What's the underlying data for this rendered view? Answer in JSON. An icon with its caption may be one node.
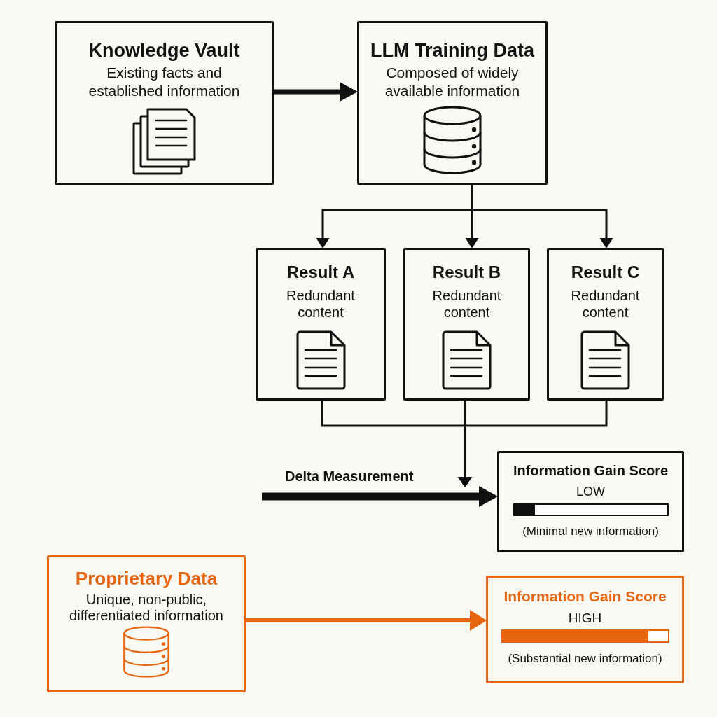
{
  "diagram": {
    "nodes": [
      {
        "text": [
          "Knowledge Vault",
          "Existing facts and established information"
        ]
      },
      {
        "text": [
          "LLM Training Data",
          "Composed of widely available information"
        ]
      },
      {
        "text": [
          "Result A",
          "Redundant content"
        ]
      },
      {
        "text": [
          "Result B",
          "Redundant content"
        ]
      },
      {
        "text": [
          "Result C",
          "Redundant content"
        ]
      },
      {
        "text": [
          "Information Gain Score",
          "LOW",
          "(Minimal new information)"
        ]
      },
      {
        "text": [
          "Proprietary Data",
          "Unique, non-public, differentiated information"
        ]
      },
      {
        "text": [
          "Information Gain Score",
          "HIGH",
          "(Substantial new information)"
        ]
      }
    ],
    "edges": [
      {
        "from": 0,
        "to": 1,
        "arrow": "to",
        "style": "thick"
      },
      {
        "from": 1,
        "to": 2,
        "arrow": "to"
      },
      {
        "from": 1,
        "to": 3,
        "arrow": "to"
      },
      {
        "from": 1,
        "to": 4,
        "arrow": "to"
      },
      {
        "from": 2,
        "to": null,
        "arrow": "to"
      },
      {
        "from": 3,
        "to": null,
        "arrow": "to"
      },
      {
        "from": 4,
        "to": null,
        "arrow": "to"
      },
      {
        "from": null,
        "to": 5,
        "arrow": "to",
        "label": "Delta Measurement",
        "style": "thick"
      },
      {
        "from": 6,
        "to": 7,
        "arrow": "to",
        "style": "thick",
        "color": "#e8650f"
      }
    ]
  }
}
